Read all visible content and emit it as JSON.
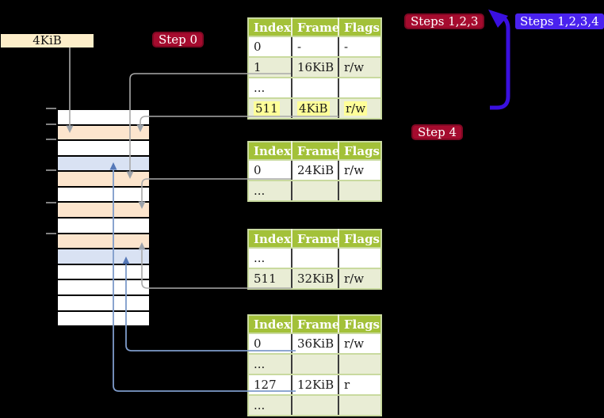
{
  "frame_label": "4KiB",
  "badges": {
    "step0": "Step 0",
    "steps123": "Steps 1,2,3",
    "steps1234": "Steps 1,2,3,4",
    "step4": "Step 4"
  },
  "table_headers": [
    "Index",
    "Frame",
    "Flags"
  ],
  "tables": [
    {
      "id": "t1",
      "rows": [
        {
          "cells": [
            "0",
            "-",
            "-"
          ],
          "shade": false,
          "hl": false
        },
        {
          "cells": [
            "1",
            "16KiB",
            "r/w"
          ],
          "shade": true,
          "hl": false
        },
        {
          "cells": [
            "...",
            "",
            ""
          ],
          "shade": false,
          "hl": false
        },
        {
          "cells": [
            "511",
            "4KiB",
            "r/w"
          ],
          "shade": true,
          "hl": true
        }
      ]
    },
    {
      "id": "t2",
      "rows": [
        {
          "cells": [
            "0",
            "24KiB",
            "r/w"
          ],
          "shade": false,
          "hl": false
        },
        {
          "cells": [
            "...",
            "",
            ""
          ],
          "shade": true,
          "hl": false
        }
      ]
    },
    {
      "id": "t3",
      "rows": [
        {
          "cells": [
            "...",
            "",
            ""
          ],
          "shade": false,
          "hl": false
        },
        {
          "cells": [
            "511",
            "32KiB",
            "r/w"
          ],
          "shade": true,
          "hl": false
        }
      ]
    },
    {
      "id": "t4",
      "rows": [
        {
          "cells": [
            "0",
            "36KiB",
            "r/w"
          ],
          "shade": false,
          "hl": false
        },
        {
          "cells": [
            "...",
            "",
            ""
          ],
          "shade": true,
          "hl": false
        },
        {
          "cells": [
            "127",
            "12KiB",
            "r"
          ],
          "shade": false,
          "hl": false
        },
        {
          "cells": [
            "...",
            "",
            ""
          ],
          "shade": true,
          "hl": false
        }
      ]
    }
  ],
  "memory": {
    "row_colors": [
      "white",
      "peach",
      "white",
      "blue",
      "peach",
      "white",
      "peach",
      "white",
      "peach",
      "blue",
      "white",
      "white",
      "white",
      "white"
    ],
    "tick_offsets": [
      0,
      20,
      39,
      78,
      119,
      158
    ]
  },
  "colors": {
    "header_green": "#a3c139",
    "row_green": "#e9edd5",
    "highlight": "#ffff99",
    "badge_red": "#a50b2e",
    "badge_blue": "#4a22ee",
    "peach": "#fce5cd",
    "frame_blue": "#d9e2f3",
    "label_wheat": "#fdeec9",
    "connector_gray": "#a9a9a9",
    "connector_blue": "#7e9bca",
    "arrow_blue": "#3a10e0"
  }
}
